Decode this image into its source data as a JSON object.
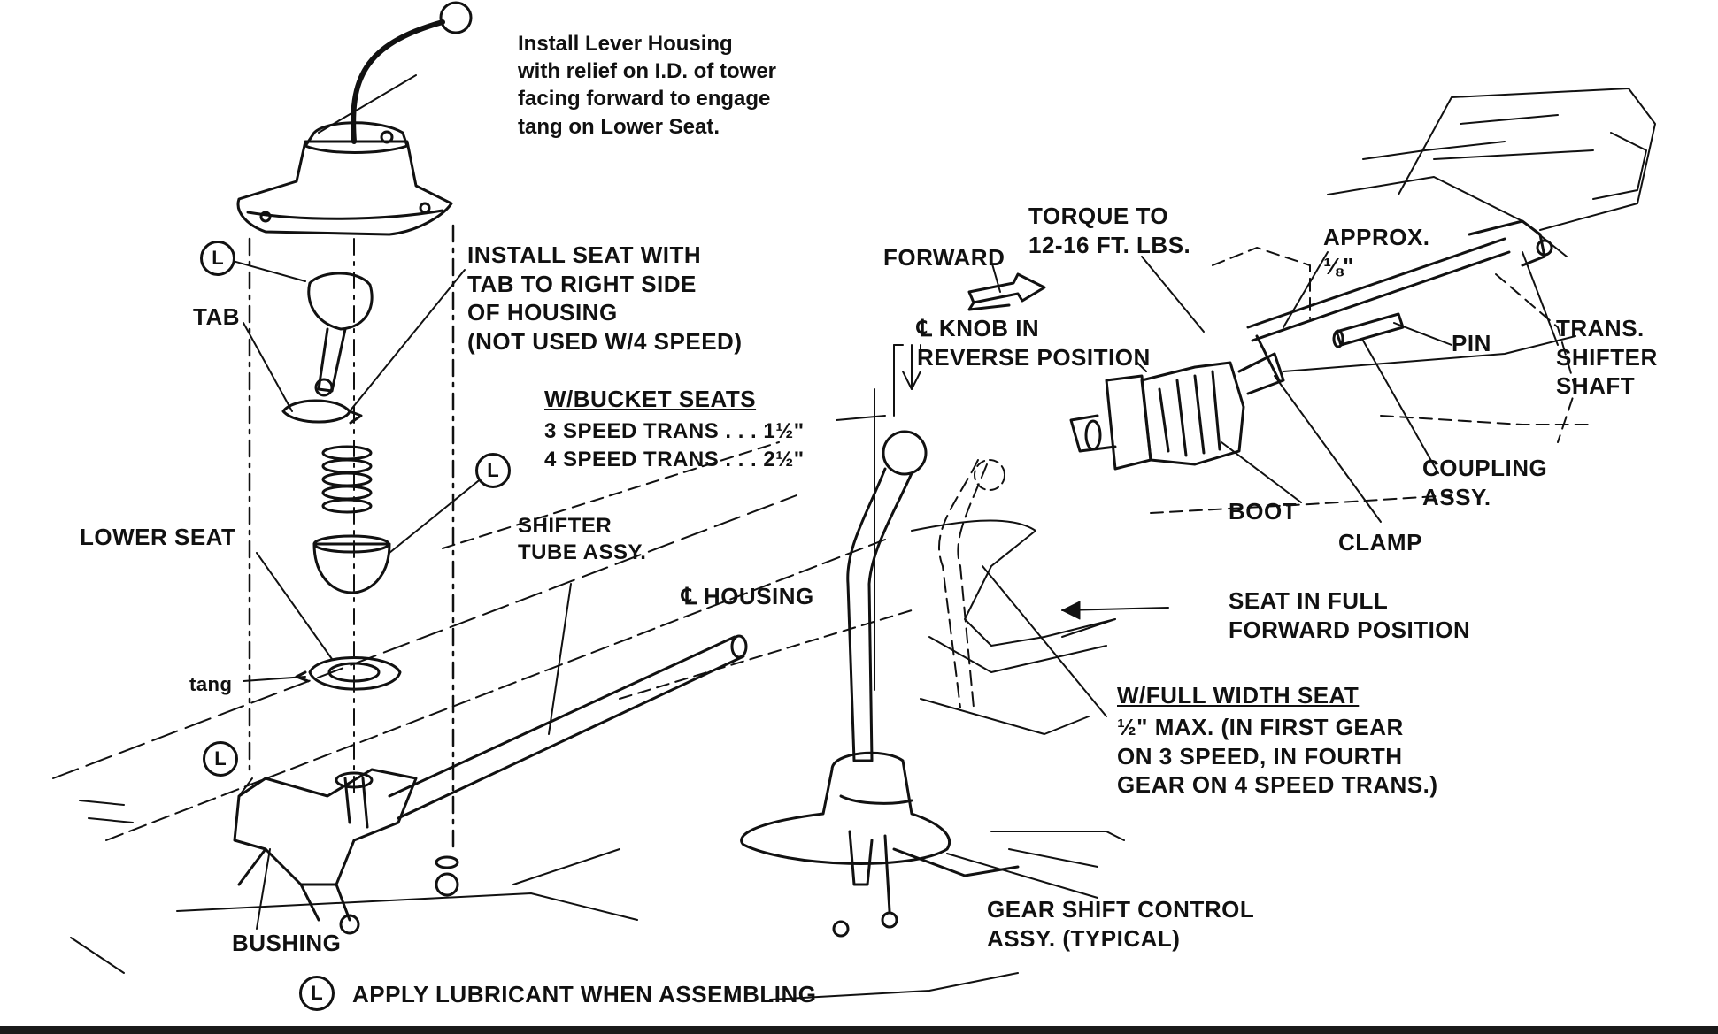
{
  "labels": {
    "lever_housing": "Install Lever Housing\nwith relief on I.D. of tower\nfacing forward to engage\ntang on Lower Seat.",
    "install_seat": "INSTALL SEAT WITH\nTAB TO RIGHT SIDE\nOF HOUSING\n(NOT USED W/4 SPEED)",
    "tab": "TAB",
    "lower_seat": "LOWER SEAT",
    "tang": "tang",
    "bushing": "BUSHING",
    "shifter_tube": "SHIFTER\nTUBE ASSY.",
    "bucket_title": "W/BUCKET SEATS",
    "bucket_3speed": "3 SPEED TRANS . . . 1½\"",
    "bucket_4speed": "4 SPEED TRANS . . . 2½\"",
    "forward": "FORWARD",
    "knob_reverse": "℄ KNOB IN\nREVERSE POSITION",
    "housing_cl": "℄ HOUSING",
    "torque": "TORQUE TO\n12-16 FT. LBS.",
    "approx": "APPROX.\n⅛\"",
    "pin": "PIN",
    "trans_shaft": "TRANS.\nSHIFTER\nSHAFT",
    "coupling": "COUPLING\nASSY.",
    "boot": "BOOT",
    "clamp": "CLAMP",
    "seat_forward": "SEAT IN FULL\nFORWARD POSITION",
    "full_width_title": "W/FULL WIDTH SEAT",
    "full_width_text": "½\" MAX. (IN FIRST GEAR\nON 3 SPEED, IN FOURTH\nGEAR ON 4 SPEED TRANS.)",
    "gear_shift": "GEAR SHIFT CONTROL\nASSY. (TYPICAL)",
    "apply_lube": "APPLY LUBRICANT WHEN ASSEMBLING",
    "lube_symbol": "L"
  },
  "colors": {
    "ink": "#111111",
    "paper": "#ffffff",
    "bar": "#1a1a1a"
  }
}
